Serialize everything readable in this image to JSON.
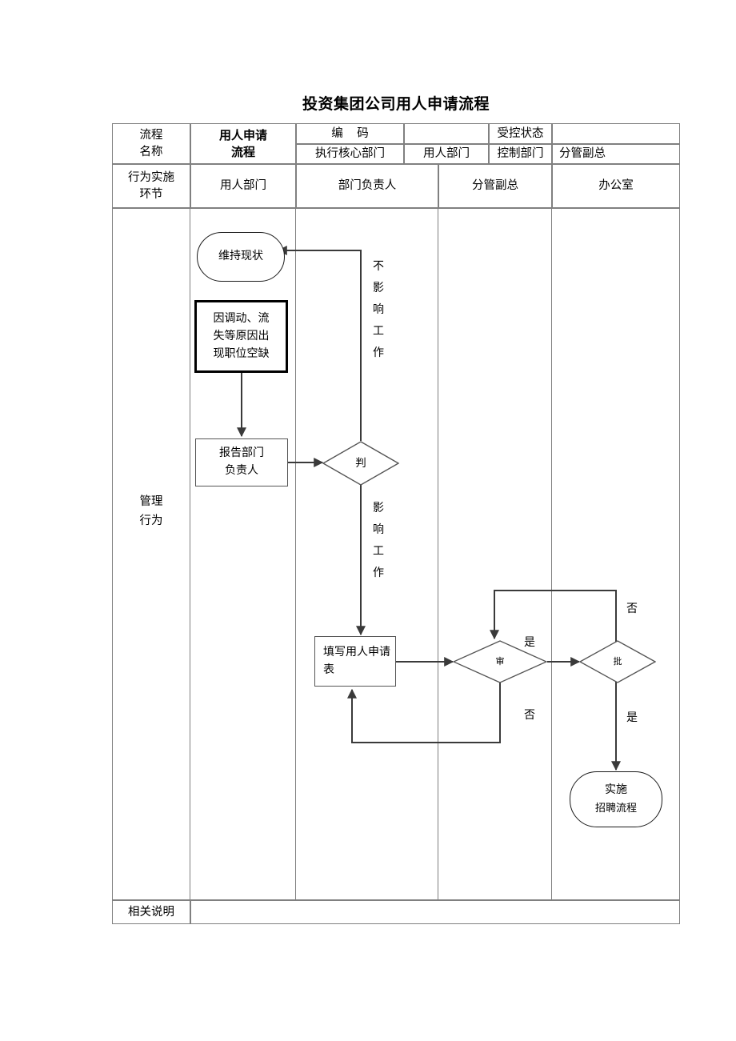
{
  "document": {
    "title": "投资集团公司用人申请流程"
  },
  "header_table": {
    "row1": {
      "label_cell": "流程\n名称",
      "label_line1": "流程",
      "label_line2": "名称",
      "process_name_line1": "用人申请",
      "process_name_line2": "流程",
      "code_label": "编  码",
      "code_value": "",
      "controlled_status_label": "受控状态",
      "controlled_status_value": ""
    },
    "row2": {
      "exec_core_dept": "执行核心部门",
      "using_dept": "用人部门",
      "control_dept": "控制部门",
      "vice_president": "分管副总"
    },
    "row3": {
      "stage_label_line1": "行为实施",
      "stage_label_line2": "环节",
      "lane1": "用人部门",
      "lane2": "部门负责人",
      "lane3": "分管副总",
      "lane4": "办公室"
    },
    "footer": {
      "notes_label": "相关说明",
      "notes_value": ""
    }
  },
  "flow": {
    "lane_label_line1": "管理",
    "lane_label_line2": "行为",
    "nodes": [
      {
        "id": "keep-status",
        "type": "terminator",
        "text": "维持现状"
      },
      {
        "id": "vacancy",
        "type": "process-thick",
        "text": "因调动、流失等原因出现职位空缺"
      },
      {
        "id": "report-manager",
        "type": "process",
        "text": "报告部门负责人"
      },
      {
        "id": "judge",
        "type": "decision",
        "text": "判"
      },
      {
        "id": "fill-form",
        "type": "process",
        "text": "填写用人申请表"
      },
      {
        "id": "review",
        "type": "decision",
        "text": "审"
      },
      {
        "id": "approve",
        "type": "decision",
        "text": "批"
      },
      {
        "id": "recruit",
        "type": "terminator",
        "text": "实施\n招聘流程"
      }
    ],
    "node_text": {
      "keep_status": "维持现状",
      "vacancy_line1": "因调动、流",
      "vacancy_line2": "失等原因出",
      "vacancy_line3": "现职位空缺",
      "report_manager_line1": "报告部门",
      "report_manager_line2": "负责人",
      "judge": "判",
      "fill_form_line1": "填写用人申请",
      "fill_form_line2": "表",
      "review": "审",
      "approve": "批",
      "recruit_line1": "实施",
      "recruit_line2": "招聘流程"
    },
    "edge_labels": {
      "no_impact": [
        "不",
        "影",
        "响",
        "工",
        "作"
      ],
      "impact": [
        "影",
        "响",
        "工",
        "作"
      ],
      "review_yes": "是",
      "review_no": "否",
      "approve_yes": "是",
      "approve_no": "否"
    }
  },
  "colors": {
    "page_background": "#ffffff",
    "table_border": "#808080",
    "shape_border": "#555555",
    "shape_border_thick": "#000000",
    "connector": "#3a3a3a",
    "text": "#000000"
  }
}
